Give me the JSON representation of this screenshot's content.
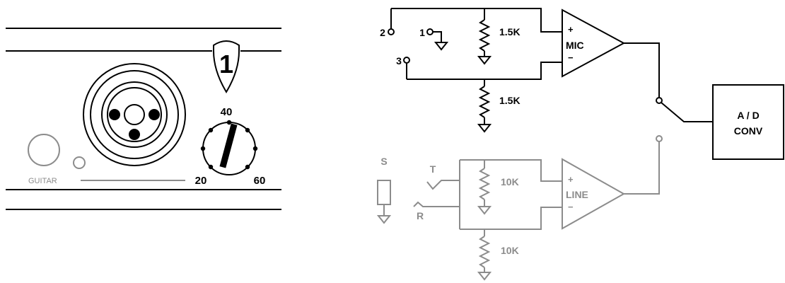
{
  "panel": {
    "channel_number": "1",
    "guitar_label": "GUITAR",
    "gain_min_label": "20",
    "gain_mid_label": "40",
    "gain_max_label": "60"
  },
  "mic_path": {
    "pin_2_label": "2",
    "pin_1_label": "1",
    "pin_3_label": "3",
    "resistor_top_label": "1.5K",
    "resistor_bottom_label": "1.5K",
    "amp_label": "MIC",
    "amp_plus": "+",
    "amp_minus": "−"
  },
  "line_path": {
    "sleeve_label": "S",
    "tip_label": "T",
    "ring_label": "R",
    "resistor_top_label": "10K",
    "resistor_bottom_label": "10K",
    "amp_label": "LINE",
    "amp_plus": "+",
    "amp_minus": "−"
  },
  "converter": {
    "line1": "A / D",
    "line2": "CONV"
  },
  "colors": {
    "active": "#000000",
    "inactive": "#8c8c8c"
  }
}
